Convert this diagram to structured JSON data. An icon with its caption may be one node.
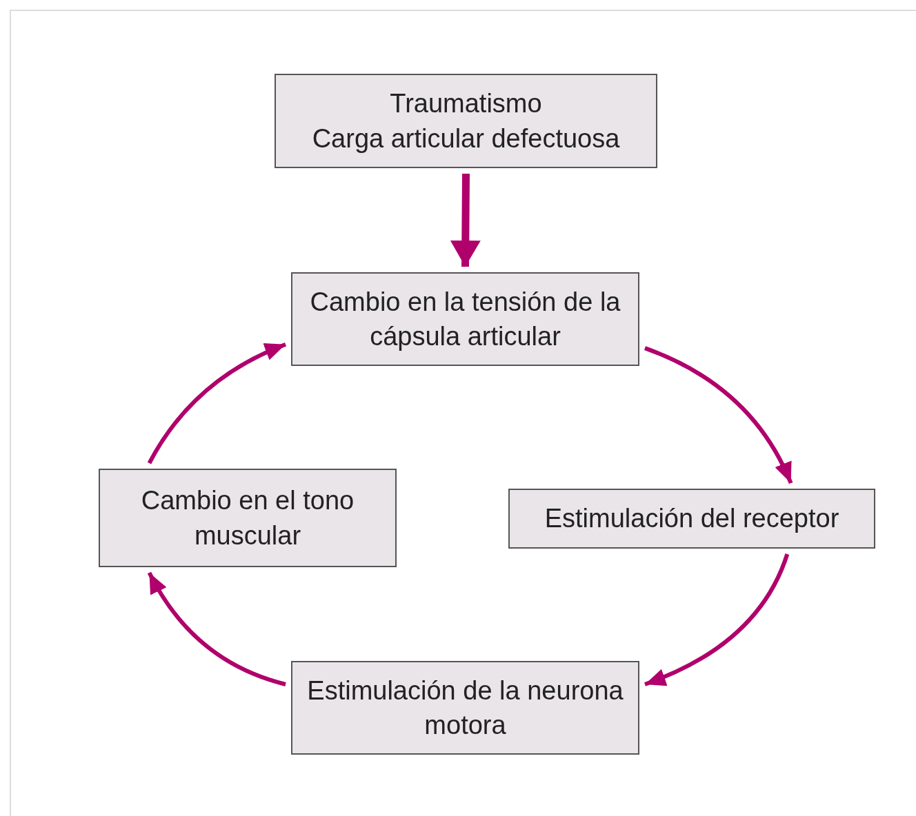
{
  "diagram": {
    "nodes": [
      {
        "text": [
          "Traumatismo",
          "Carga articular defectuosa"
        ]
      },
      {
        "text": [
          "Cambio en la tensión de la cápsula articular"
        ]
      },
      {
        "text": [
          "Estimulación del receptor"
        ]
      },
      {
        "text": [
          "Estimulación de la neurona motora"
        ]
      },
      {
        "text": [
          "Cambio en el tono muscular"
        ]
      }
    ],
    "edges": [
      {
        "from": 0,
        "to": 1,
        "arrow": "to",
        "style": "thick"
      },
      {
        "from": 1,
        "to": 2,
        "arrow": "to"
      },
      {
        "from": 2,
        "to": 3,
        "arrow": "to"
      },
      {
        "from": 3,
        "to": 4,
        "arrow": "to"
      },
      {
        "from": 4,
        "to": 1,
        "arrow": "to"
      }
    ]
  }
}
